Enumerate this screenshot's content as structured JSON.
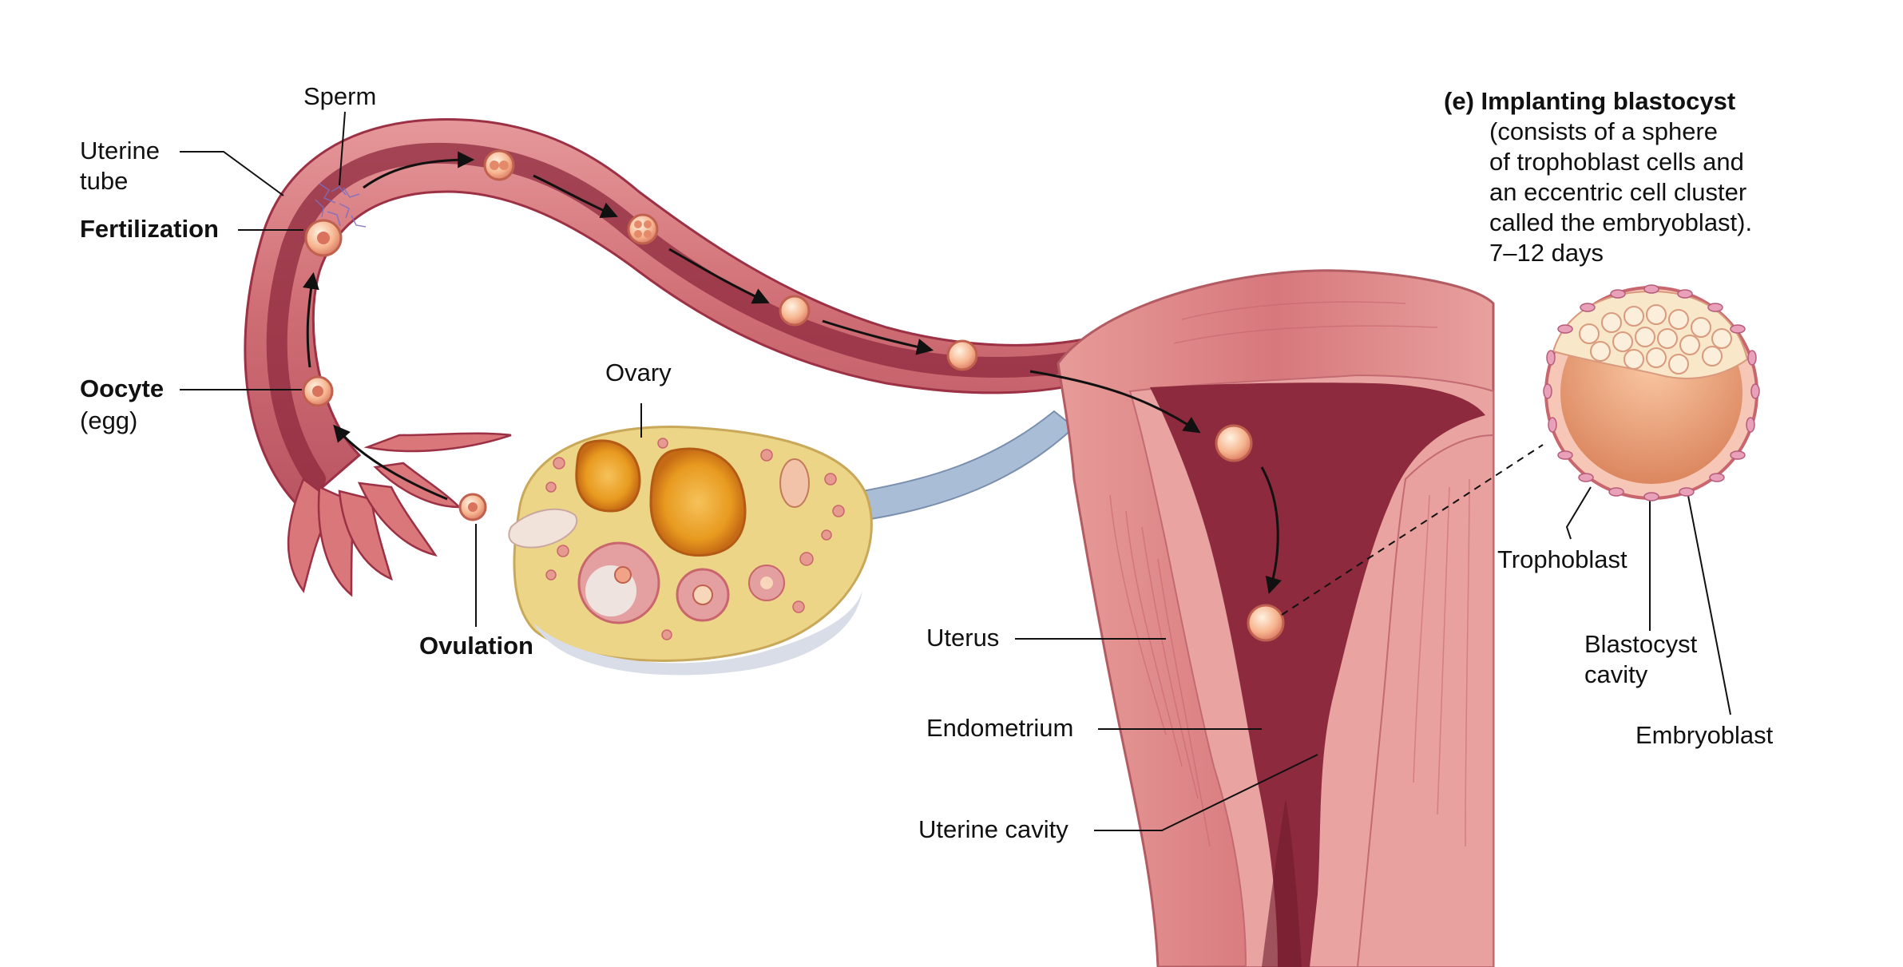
{
  "labels": {
    "sperm": "Sperm",
    "uterine_tube_1": "Uterine",
    "uterine_tube_2": "tube",
    "fertilization": "Fertilization",
    "oocyte": "Oocyte",
    "egg": "(egg)",
    "ovary": "Ovary",
    "ovulation": "Ovulation",
    "uterus": "Uterus",
    "endometrium": "Endometrium",
    "uterine_cavity": "Uterine cavity",
    "trophoblast": "Trophoblast",
    "blastocyst_cavity_1": "Blastocyst",
    "blastocyst_cavity_2": "cavity",
    "embryoblast": "Embryoblast"
  },
  "caption": {
    "title": "(e) Implanting blastocyst",
    "lines": [
      "(consists of a sphere",
      "of trophoblast cells and",
      "an eccentric cell cluster",
      "called the embryoblast).",
      "7–12 days"
    ]
  },
  "colors": {
    "tissue": "#d9777a",
    "tissue_dark": "#9c3044",
    "cavity": "#8e2a3d",
    "ovary": "#ecd587",
    "ligament": "#a9bdd6",
    "embryo": "#f2a57b"
  }
}
